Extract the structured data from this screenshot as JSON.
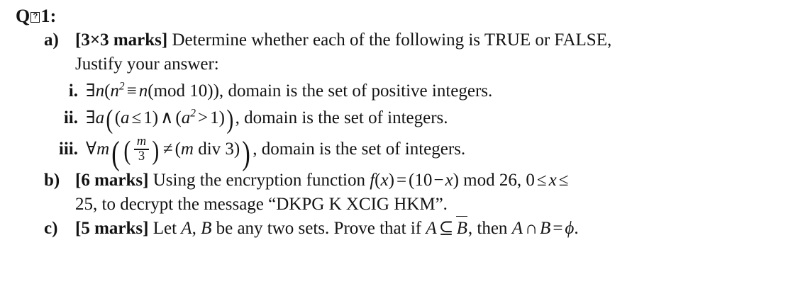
{
  "document": {
    "background_color": "#ffffff",
    "text_color": "#131313",
    "heading": {
      "prefix": "Q",
      "missing_glyph": "�",
      "suffix": "1:",
      "full_text": "Q�1:"
    },
    "items": [
      {
        "label": "a)",
        "marks": "[3×3 marks]",
        "text_line_1": "Determine whether each of the following is TRUE or FALSE,",
        "text_line_2": "Justify your answer:",
        "subitems": [
          {
            "label": "i.",
            "quantifier": "∃",
            "variable": "n",
            "expression": "∃n(n² ≡ n(mod 10)),",
            "domain_text": "domain is the set of positive integers.",
            "parts": {
              "var": "n",
              "exponent": "2",
              "relation": "≡",
              "modulus": "10",
              "mod_word": "mod"
            }
          },
          {
            "label": "ii.",
            "quantifier": "∃",
            "variable": "a",
            "expression": "∃a((a ≤ 1) ∧ (a² > 1)),",
            "domain_text": "domain is the set of integers.",
            "parts": {
              "var": "a",
              "rel1": "≤",
              "val1": "1",
              "conn": "∧",
              "exponent": "2",
              "rel2": ">",
              "val2": "1"
            }
          },
          {
            "label": "iii.",
            "quantifier": "∀",
            "variable": "m",
            "expression": "∀m(((m/3) ≠ (m div 3)),",
            "domain_text": "domain is the set of integers.",
            "parts": {
              "var": "m",
              "numerator": "m",
              "denominator": "3",
              "relation": "≠",
              "div_word": "div",
              "divisor": "3"
            }
          }
        ]
      },
      {
        "label": "b)",
        "marks": "[6 marks]",
        "text_line_1": "Using the encryption function",
        "formula": "f(x) = (10− x) mod 26, 0 ≤ x ≤",
        "formula_parts": {
          "fn": "f",
          "arg": "x",
          "eq": "=",
          "constant": "10",
          "minus": "−",
          "mod_word": "mod",
          "modulus": "26",
          "range_low": "0",
          "rel": "≤",
          "range_high": "25"
        },
        "text_line_2_prefix": "25, to decrypt the message “",
        "cipher_message": "DKPG K XCIG HKM",
        "text_line_2_suffix": "”."
      },
      {
        "label": "c)",
        "marks": "[5 marks]",
        "text_before": "Let",
        "sets": "A, B",
        "text_middle": "be any two sets. Prove that if",
        "statement": "A ⊆ B̄, then A ∩ B = ϕ.",
        "statement_parts": {
          "setA": "A",
          "setB": "B",
          "subset": "⊆",
          "complement_of": "B",
          "then_word": "then",
          "intersect": "∩",
          "equals": "=",
          "empty_set": "ϕ"
        }
      }
    ]
  }
}
